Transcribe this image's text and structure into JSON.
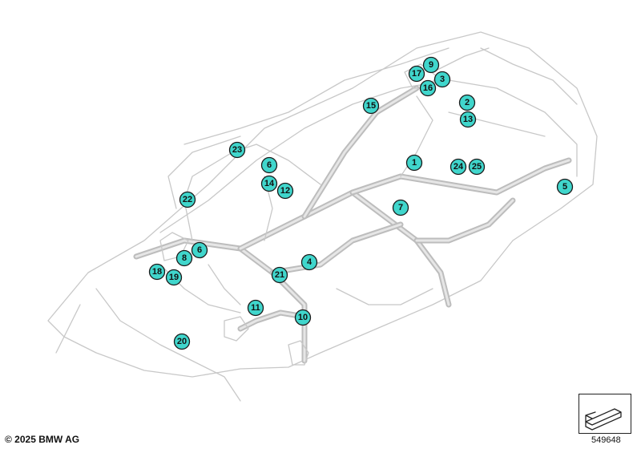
{
  "diagram": {
    "callouts": [
      "9",
      "17",
      "3",
      "16",
      "2",
      "15",
      "13",
      "23",
      "1",
      "24",
      "25",
      "6",
      "5",
      "14",
      "12",
      "22",
      "7",
      "6",
      "4",
      "8",
      "18",
      "19",
      "21",
      "11",
      "10",
      "20"
    ]
  },
  "footer": {
    "copyright": "© 2025 BMW AG",
    "diagram_id": "549648"
  }
}
